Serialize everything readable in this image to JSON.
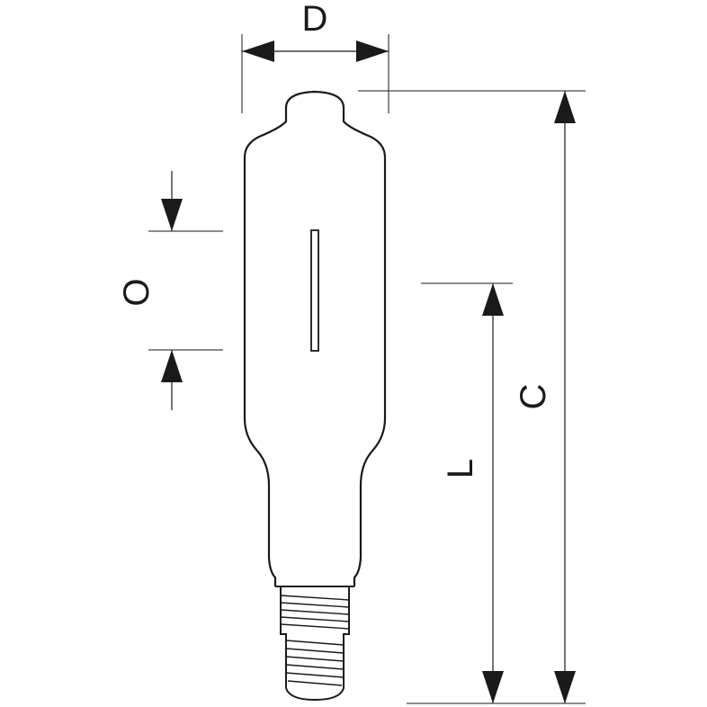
{
  "diagram": {
    "dimension_labels": {
      "D": "D",
      "C": "C",
      "L": "L",
      "O": "O"
    },
    "colors": {
      "line": "#1a1a1a",
      "background": "#ffffff"
    }
  }
}
